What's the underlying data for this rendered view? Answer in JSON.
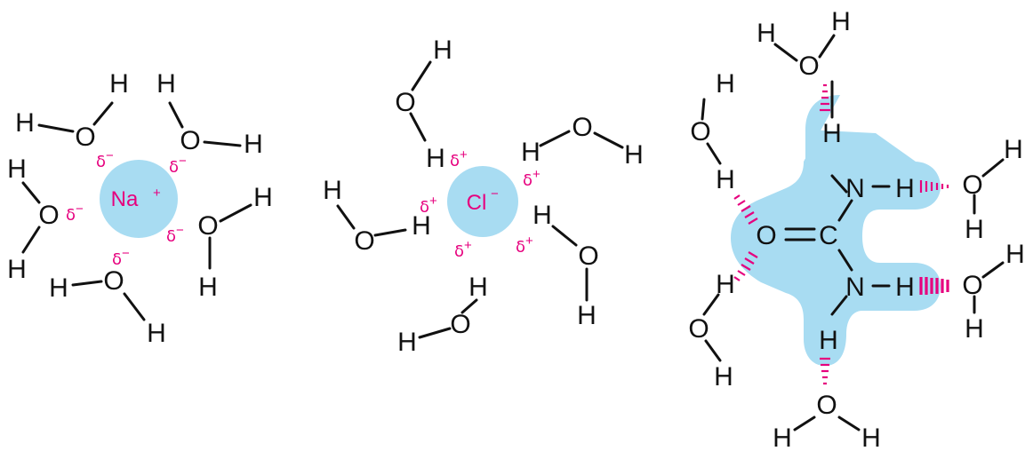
{
  "colors": {
    "ion_fill": "#a8dcf2",
    "highlight_fill": "#a8dcf2",
    "charge": "#e6007e",
    "bond": "#111111"
  },
  "atoms": {
    "hydrogen": "H",
    "oxygen": "O",
    "nitrogen": "N",
    "carbon": "C"
  },
  "na_ion": {
    "symbol": "Na",
    "charge": "+"
  },
  "cl_ion": {
    "symbol": "Cl",
    "charge": "−"
  },
  "partial_charges": {
    "delta": "δ",
    "negative": "−",
    "positive": "+"
  }
}
